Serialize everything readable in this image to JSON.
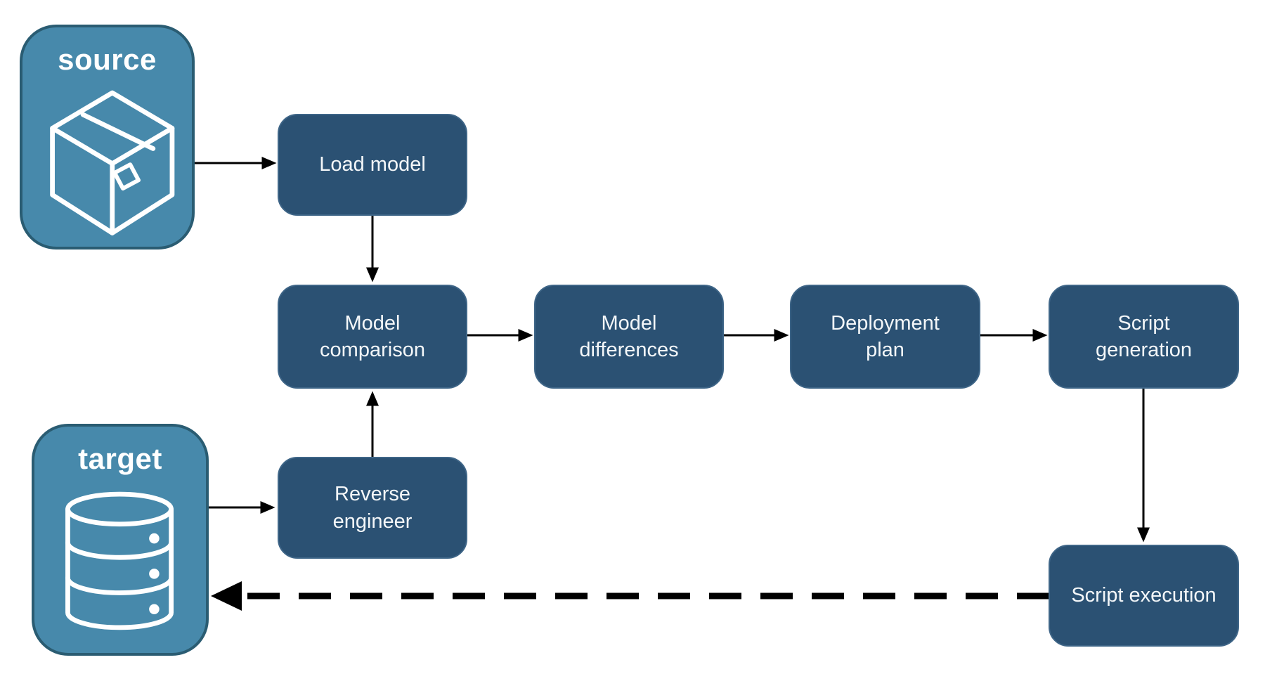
{
  "diagram": {
    "background": "#ffffff",
    "colors": {
      "node_fill": "#2B5173",
      "node_border": "#3E6587",
      "node_text": "#F4F7F9",
      "entity_fill": "#4789AB",
      "entity_border": "#2A5C72",
      "entity_text": "#ffffff",
      "arrow": "#000000"
    },
    "entities": [
      {
        "id": "source",
        "label": "source",
        "icon": "package-icon"
      },
      {
        "id": "target",
        "label": "target",
        "icon": "database-icon"
      }
    ],
    "nodes": [
      {
        "id": "load-model",
        "label": "Load model"
      },
      {
        "id": "model-comparison",
        "label": "Model comparison"
      },
      {
        "id": "model-differences",
        "label": "Model differences"
      },
      {
        "id": "deployment-plan",
        "label": "Deployment plan"
      },
      {
        "id": "script-generation",
        "label": "Script generation"
      },
      {
        "id": "reverse-engineer",
        "label": "Reverse engineer"
      },
      {
        "id": "script-execution",
        "label": "Script execution"
      }
    ],
    "edges": [
      {
        "from": "source",
        "to": "load-model",
        "style": "solid"
      },
      {
        "from": "load-model",
        "to": "model-comparison",
        "style": "solid"
      },
      {
        "from": "model-comparison",
        "to": "model-differences",
        "style": "solid"
      },
      {
        "from": "model-differences",
        "to": "deployment-plan",
        "style": "solid"
      },
      {
        "from": "deployment-plan",
        "to": "script-generation",
        "style": "solid"
      },
      {
        "from": "script-generation",
        "to": "script-execution",
        "style": "solid"
      },
      {
        "from": "target",
        "to": "reverse-engineer",
        "style": "solid"
      },
      {
        "from": "reverse-engineer",
        "to": "model-comparison",
        "style": "solid"
      },
      {
        "from": "script-execution",
        "to": "target",
        "style": "dashed"
      }
    ]
  }
}
